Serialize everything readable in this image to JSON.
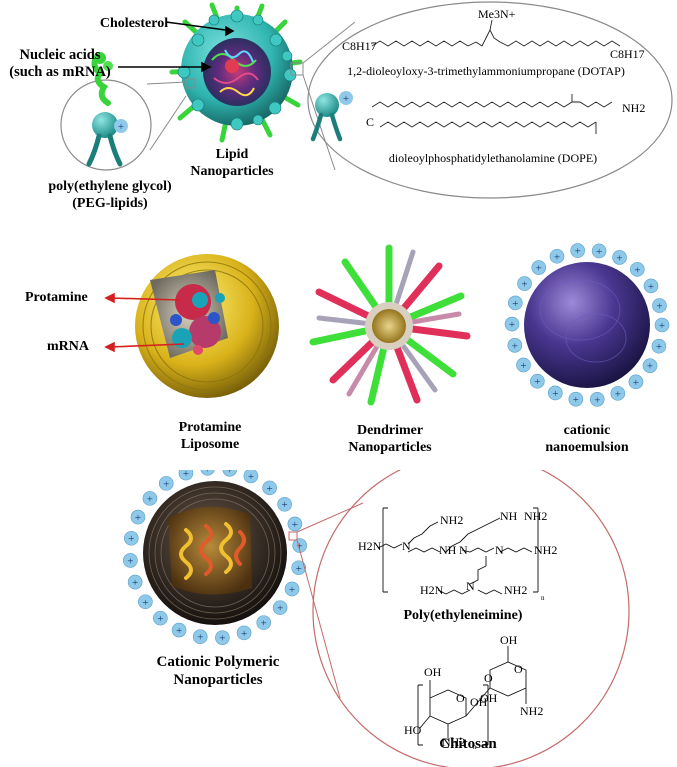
{
  "lnp": {
    "cholesterol": "Cholesterol",
    "nucleic_line1": "Nucleic acids",
    "nucleic_line2": "(such as mRNA)",
    "title_line1": "Lipid",
    "title_line2": "Nanoparticles",
    "peg_line1": "poly(ethylene glycol)",
    "peg_line2": "(PEG-lipids)",
    "dotap_name": "1,2-dioleoyloxy-3-trimethylammoniumpropane (DOTAP)",
    "dope_name": "dioleoylphosphatidylethanolamine (DOPE)",
    "dotap_head": "Me3N+",
    "c8h17_left": "C8H17",
    "c8h17_right": "C8H17",
    "nh2": "NH2",
    "c_label": "C"
  },
  "protamine": {
    "protamine_arrow": "Protamine",
    "mrna_arrow": "mRNA",
    "title_line1": "Protamine",
    "title_line2": "Liposome"
  },
  "dendrimer": {
    "title_line1": "Dendrimer",
    "title_line2": "Nanoparticles"
  },
  "emulsion": {
    "title_line1": "cationic",
    "title_line2": "nanoemulsion"
  },
  "polymeric": {
    "title_line1": "Cationic Polymeric",
    "title_line2": "Nanoparticles",
    "pei_name": "Poly(ethyleneimine)",
    "chitosan_name": "Chitosan",
    "h2n": "H2N",
    "nh2": "NH2",
    "n": "N",
    "nh": "NH",
    "oh": "OH",
    "ho": "HO",
    "o": "O",
    "sub_n": "n"
  },
  "plus": "+",
  "colors": {
    "charge_blue": "#8ec9ea",
    "teal": "#2fb4b0",
    "green": "#49e04a",
    "gold": "#d9b21a",
    "purple": "#3a2a7a",
    "red_arrow": "#d42020",
    "circle_red": "#c46a6a"
  }
}
